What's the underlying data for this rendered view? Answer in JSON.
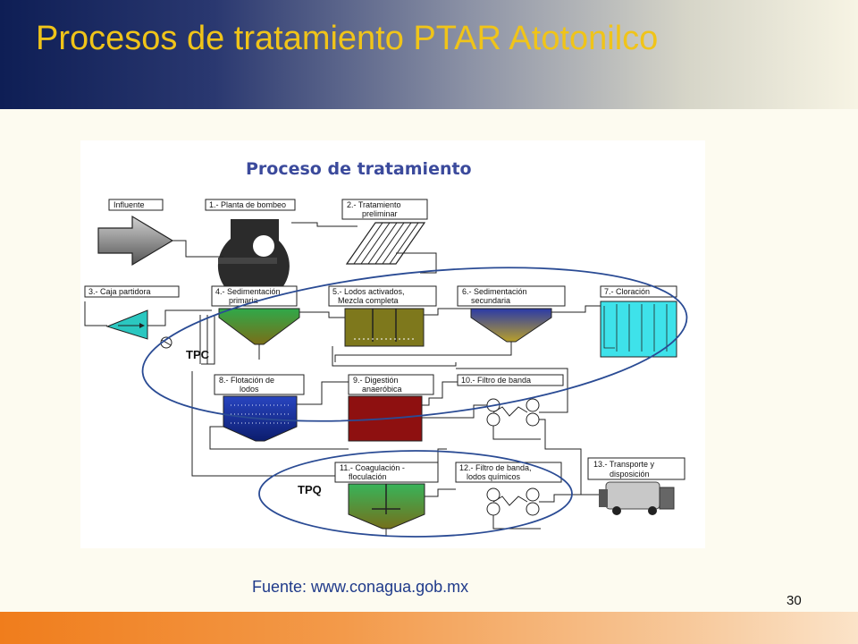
{
  "slide": {
    "title": "Procesos de tratamiento PTAR Atotonilco",
    "source": "Fuente: www.conagua.gob.mx",
    "page_number": "30"
  },
  "diagram": {
    "title": "Proceso de tratamiento",
    "labels": {
      "influente": "Influente",
      "planta_bombeo": "1.- Planta de bombeo",
      "tratamiento_preliminar_1": "2.- Tratamiento",
      "tratamiento_preliminar_2": "preliminar",
      "caja_partidora": "3.- Caja partidora",
      "sedimentacion_primaria_1": "4.- Sedimentación",
      "sedimentacion_primaria_2": "primaria",
      "lodos_activados_1": "5.- Lodos activados,",
      "lodos_activados_2": "Mezcla completa",
      "sedimentacion_secundaria_1": "6.- Sedimentación",
      "sedimentacion_secundaria_2": "secundaria",
      "cloracion": "7.- Cloración",
      "flotacion_lodos_1": "8.- Flotación de",
      "flotacion_lodos_2": "lodos",
      "digestion_1": "9.- Digestión",
      "digestion_2": "anaeróbica",
      "filtro_banda": "10.- Filtro de banda",
      "coagulacion_1": "11.- Coagulación -",
      "coagulacion_2": "floculación",
      "filtro_quimicos_1": "12.- Filtro de banda,",
      "filtro_quimicos_2": "lodos químicos",
      "transporte_1": "13.- Transporte y",
      "transporte_2": "disposición",
      "tpc": "TPC",
      "tpq": "TPQ"
    }
  }
}
